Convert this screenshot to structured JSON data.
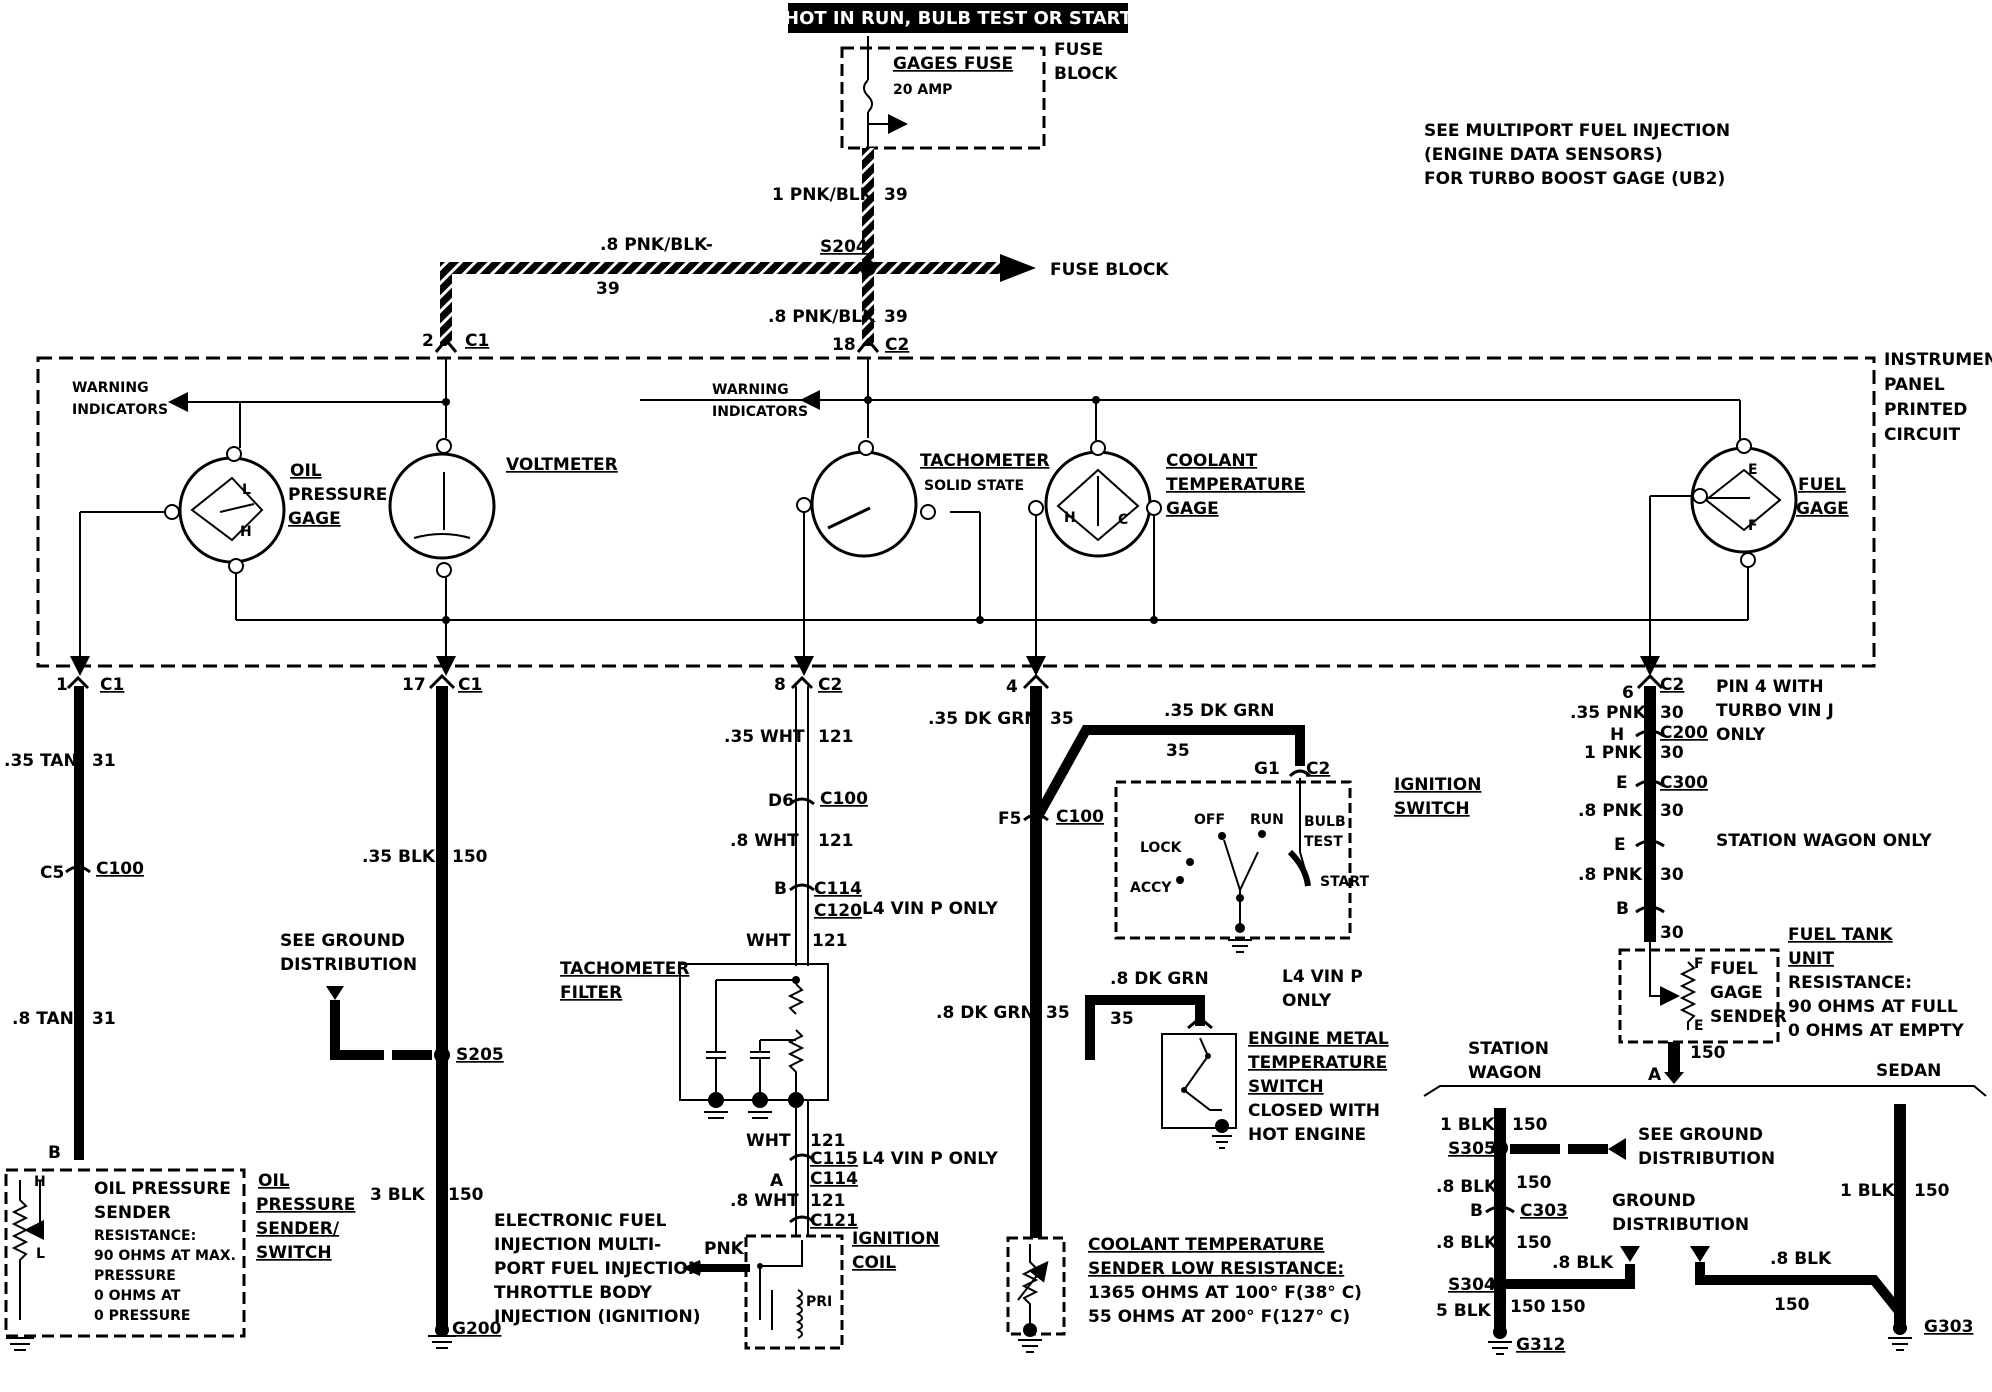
{
  "banner": "HOT IN RUN,   BULB TEST OR START",
  "fuse": {
    "name": "GAGES FUSE",
    "rating": "20 AMP",
    "block_label": [
      "FUSE",
      "BLOCK"
    ]
  },
  "note_turbo": [
    "SEE MULTIPORT FUEL INJECTION",
    "(ENGINE DATA SENSORS)",
    "FOR TURBO BOOST GAGE (UB2)"
  ],
  "feed": {
    "wire_top": "1 PNK/BLK",
    "circuit_top": "39",
    "splice": "S204",
    "wire_branch": ".8 PNK/BLK-",
    "circuit_branch": "39",
    "fuse_block_arrow": "FUSE BLOCK",
    "wire_down": ".8 PNK/BLK",
    "circuit_down": "39",
    "conn_left_pin": "2",
    "conn_left": "C1",
    "conn_mid_pin": "18",
    "conn_mid": "C2"
  },
  "ipc_label": [
    "INSTRUMENT",
    "PANEL",
    "PRINTED",
    "CIRCUIT"
  ],
  "warning_indicators": [
    "WARNING",
    "INDICATORS"
  ],
  "gauges": {
    "oil": [
      "OIL",
      "PRESSURE",
      "GAGE"
    ],
    "volt": "VOLTMETER",
    "tach": "TACHOMETER",
    "tach_sub": "SOLID STATE",
    "coolant": [
      "COOLANT",
      "TEMPERATURE",
      "GAGE"
    ],
    "fuel": [
      "FUEL",
      "GAGE"
    ],
    "letters": {
      "L": "L",
      "H": "H",
      "C": "C",
      "E": "E",
      "F": "F"
    }
  },
  "oil_circuit": {
    "pin": "1",
    "conn": "C1",
    "wire1": ".35 TAN",
    "circ1": "31",
    "conn2_pin": "C5",
    "conn2": "C100",
    "wire2": ".8 TAN",
    "circ2": "31",
    "pinB": "B",
    "sender_title": [
      "OIL PRESSURE",
      "SENDER"
    ],
    "sender_res": [
      "RESISTANCE:",
      "90 OHMS AT MAX.",
      "PRESSURE",
      "0 OHMS AT",
      "0 PRESSURE"
    ],
    "sender_label": [
      "OIL",
      "PRESSURE",
      "SENDER/",
      "SWITCH"
    ]
  },
  "volt_circuit": {
    "pin": "17",
    "conn": "C1",
    "wire1": ".35 BLK",
    "circ1": "150",
    "see_ground": [
      "SEE GROUND",
      "DISTRIBUTION"
    ],
    "splice": "S205",
    "wire2": "3 BLK",
    "circ2": "150",
    "ground": "G200"
  },
  "tach_circuit": {
    "pin": "8",
    "conn": "C2",
    "wire1": ".35 WHT",
    "circ1": "121",
    "pD6": "D6",
    "c100": "C100",
    "wire2": ".8 WHT",
    "circ2": "121",
    "pB": "B",
    "c114": "C114",
    "c120": "C120",
    "l4_note": "L4 VIN P ONLY",
    "wire3": "WHT",
    "circ3": "121",
    "filter": [
      "TACHOMETER",
      "FILTER"
    ],
    "wire4": "WHT",
    "circ4": "121",
    "c115": "C115",
    "l4_note2": "L4 VIN P ONLY",
    "pA": "A",
    "c114b": "C114",
    "wire5": ".8 WHT",
    "circ5": "121",
    "c121": "C121",
    "pnk": "PNK",
    "efi": [
      "ELECTRONIC FUEL",
      "INJECTION MULTI-",
      "PORT FUEL INJECTION",
      "THROTTLE BODY",
      "INJECTION (IGNITION)"
    ],
    "coil": [
      "IGNITION",
      "COIL"
    ],
    "pri": "PRI"
  },
  "coolant_circuit": {
    "pin": "4",
    "wire1": ".35 DK GRN",
    "circ1": "35",
    "branch_wire": ".35 DK GRN",
    "branch_circ": "35",
    "g1": "G1",
    "c2": "C2",
    "pF5": "F5",
    "c100": "C100",
    "switch_title": [
      "IGNITION",
      "SWITCH"
    ],
    "switch_positions": {
      "lock": "LOCK",
      "off": "OFF",
      "run": "RUN",
      "bulb": [
        "BULB",
        "TEST"
      ],
      "accy": "ACCY",
      "start": "START"
    },
    "wire2": ".8 DK GRN",
    "circ2": "35",
    "wire3": ".8 DK GRN",
    "circ3": "35",
    "l4_note": [
      "L4 VIN P",
      "ONLY"
    ],
    "engine_switch": [
      "ENGINE METAL",
      "TEMPERATURE",
      "SWITCH",
      "CLOSED WITH",
      "HOT ENGINE"
    ],
    "sender": [
      "COOLANT TEMPERATURE",
      "SENDER LOW RESISTANCE:",
      "1365 OHMS AT 100° F(38° C)",
      "55 OHMS AT 200° F(127° C)"
    ]
  },
  "fuel_circuit": {
    "pin": "6",
    "conn": "C2",
    "note": [
      "PIN  4 WITH",
      "TURBO VIN J",
      "ONLY"
    ],
    "wire1": ".35 PNK",
    "circ1": "30",
    "pH": "H",
    "c200": "C200",
    "wire2": "1 PNK",
    "circ2": "30",
    "pE": "E",
    "c300": "C300",
    "wire3": ".8 PNK",
    "circ3": "30",
    "pE2": "E",
    "wagon_only": "STATION WAGON ONLY",
    "wire4": ".8 PNK",
    "circ4": "30",
    "pB": "B",
    "circ5": "30",
    "tank_label": [
      "FUEL TANK",
      "UNIT",
      "RESISTANCE:",
      "90 OHMS AT FULL",
      "0 OHMS AT EMPTY"
    ],
    "sender_title": [
      "FUEL",
      "GAGE",
      "SENDER"
    ],
    "pA": "A",
    "circ6": "150"
  },
  "ground_section": {
    "station_wagon": [
      "STATION",
      "WAGON"
    ],
    "sedan": "SEDAN",
    "w1": "1 BLK",
    "c1": "150",
    "s305": "S305",
    "see_ground": [
      "SEE GROUND",
      "DISTRIBUTION"
    ],
    "w2": ".8 BLK",
    "c2": "150",
    "pB": "B",
    "c303": "C303",
    "w3": ".8 BLK",
    "c3": "150",
    "s304": "S304",
    "w_s304": ".8 BLK",
    "ground_dist": [
      "GROUND",
      "DISTRIBUTION"
    ],
    "w4": "5 BLK",
    "c4a": "150",
    "c4b": "150",
    "g312": "G312",
    "sedan_w": "1 BLK",
    "sedan_c": "150",
    "sedan_w2": ".8 BLK",
    "sedan_c2": "150",
    "g303": "G303"
  }
}
